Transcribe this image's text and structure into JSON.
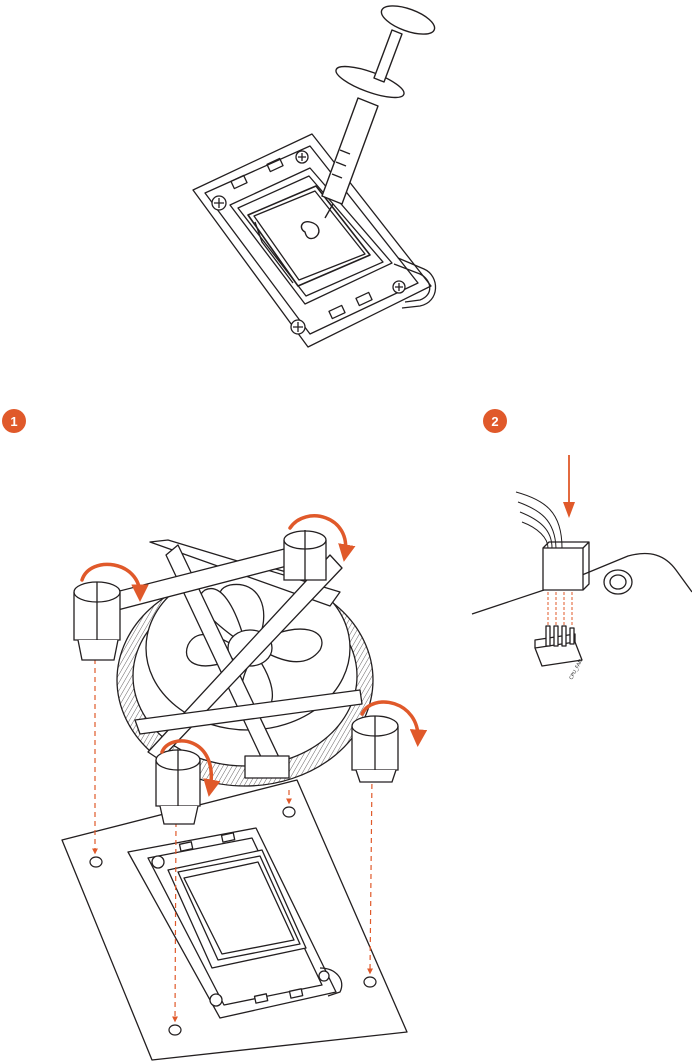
{
  "steps": [
    {
      "number": "1"
    },
    {
      "number": "2"
    }
  ],
  "fan_header": {
    "label": "CPU_FAN"
  },
  "colors": {
    "accent": "#e0592a",
    "line": "#231f20",
    "background": "#ffffff"
  },
  "icons": {
    "step_badge": "orange-circle",
    "rotation_arrow": "curved-arrow-icon",
    "down_arrow": "arrow-down-icon"
  }
}
